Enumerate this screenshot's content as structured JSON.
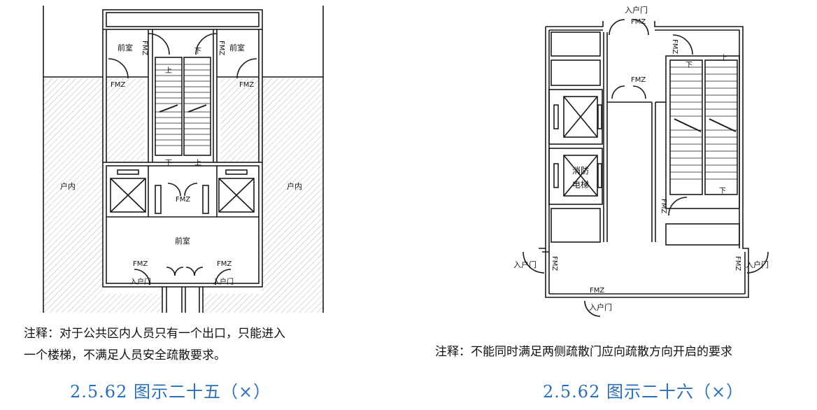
{
  "left": {
    "labels": {
      "front_room": "前室",
      "household": "户内",
      "door_fmy": "FMZ",
      "entry_door": "入户门",
      "up": "上",
      "down": "下"
    },
    "note": {
      "line1": "注释：对于公共区内人员只有一个出口，只能进入",
      "line2": "一个楼梯，不满足人员安全疏散要求。"
    },
    "caption": "2.5.62 图示二十五（×）"
  },
  "right": {
    "labels": {
      "entry_door": "入户门",
      "door_fmy": "FMZ",
      "fire_lift_line1": "消防",
      "fire_lift_line2": "电梯",
      "up": "上",
      "down": "下"
    },
    "note": "注释：不能同时满足两侧疏散门应向疏散方向开启的要求",
    "caption": "2.5.62 图示二十六（×）"
  },
  "colors": {
    "line": "#1a1a1a",
    "hatch": "#b5b5b5",
    "caption": "#2a6fb8"
  }
}
